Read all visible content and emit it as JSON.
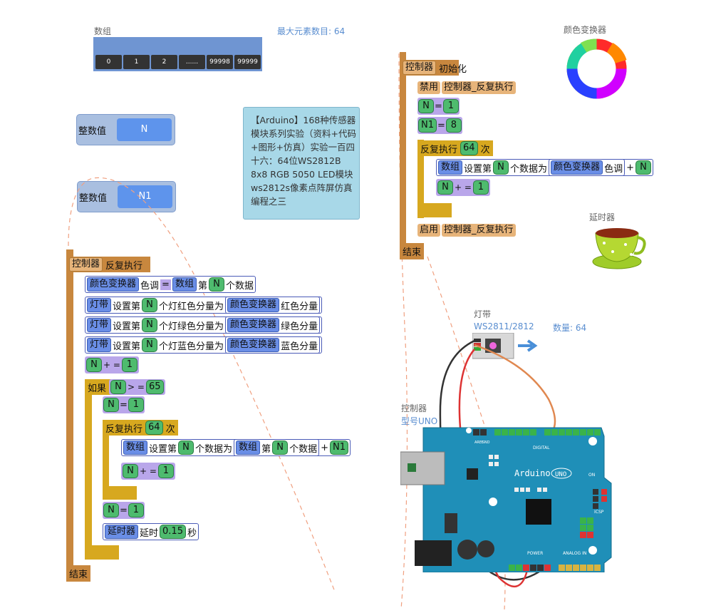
{
  "array": {
    "label": "数组",
    "max_label": "最大元素数目: 64",
    "cells": [
      "0",
      "1",
      "2",
      "......",
      "99998",
      "99999"
    ]
  },
  "intN": {
    "label": "整数值",
    "value": "N"
  },
  "intN1": {
    "label": "整数值",
    "value": "N1"
  },
  "note": {
    "text": "【Arduino】168种传感器模块系列实验（资料+代码+图形+仿真）实验一百四十六：64位WS2812B 8x8 RGB 5050 LED模块 ws2812s像素点阵屏仿真编程之三"
  },
  "color_conv_label": "颜色变换器",
  "delay_label": "延时器",
  "strip": {
    "label": "灯带",
    "model": "WS2811/2812",
    "count": "数量: 64"
  },
  "controller": {
    "label": "控制器",
    "model": "型号UNO"
  },
  "init": {
    "ctrl": "控制器",
    "event": "初始化",
    "disable": "禁用",
    "disable_target": "控制器_反复执行",
    "n": "N",
    "eq": "=",
    "one": "1",
    "n1": "N1",
    "eight": "8",
    "loop": "反复执行",
    "times": "64",
    "ci": "次",
    "arr": "数组",
    "set_nth": "设置第",
    "nth_data_as": "个数据为",
    "conv": "颜色变换器",
    "hue": "色调",
    "plus": "+",
    "plus_eq": "+ =",
    "enable": "启用",
    "enable_target": "控制器_反复执行",
    "end": "结束"
  },
  "loopblk": {
    "ctrl": "控制器",
    "event": "反复执行",
    "conv": "颜色变换器",
    "hue": "色调",
    "eq": "=",
    "arr": "数组",
    "di": "第",
    "n": "N",
    "ge_data": "个数据",
    "strip": "灯带",
    "set_nth": "设置第",
    "red": "个灯红色分量为",
    "green": "个灯绿色分量为",
    "blue": "个灯蓝色分量为",
    "red_c": "红色分量",
    "green_c": "绿色分量",
    "blue_c": "蓝色分量",
    "plus_eq": "+ =",
    "one": "1",
    "if": "如果",
    "ge": "> =",
    "sixtyfive": "65",
    "loop": "反复执行",
    "times": "64",
    "ci": "次",
    "nth_data_as": "个数据为",
    "plus": "+",
    "n1": "N1",
    "delay": "延时器",
    "delay_act": "延时",
    "delay_val": "0.15",
    "sec": "秒",
    "end": "结束"
  },
  "board": {
    "brand": "Arduino",
    "model": "UNO",
    "on": "ON",
    "icsp": "ICSP",
    "power": "POWER",
    "analog": "ANALOG IN",
    "digital": "DIGITAL",
    "aref": "AREF",
    "gnd": "GND"
  }
}
